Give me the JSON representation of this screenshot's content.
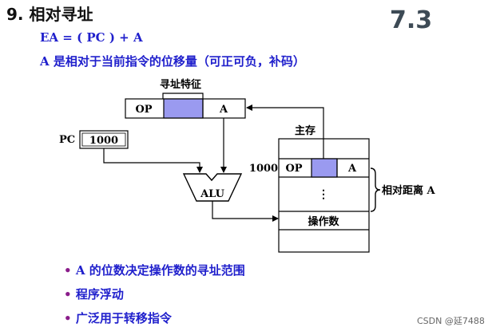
{
  "title": "9. 相对寻址",
  "section_number": "7.3",
  "formula": "EA = ( PC ) + A",
  "description": "A 是相对于当前指令的位移量（可正可负，补码）",
  "diagram": {
    "addressing_feature_label": "寻址特征",
    "instruction_op": "OP",
    "instruction_a": "A",
    "pc_label": "PC",
    "pc_value": "1000",
    "alu_label": "ALU",
    "memory_label": "主存",
    "memory_address": "1000",
    "memory_op": "OP",
    "memory_a": "A",
    "ellipsis": "⋮",
    "operand_label": "操作数",
    "relative_distance_label": "相对距离 A"
  },
  "bullets": [
    "A 的位数决定操作数的寻址范围",
    "程序浮动",
    "广泛用于转移指令"
  ],
  "bullet_marker": "•",
  "watermark": "CSDN @延7488",
  "colors": {
    "text_blue": "#1f1fcc",
    "feature_fill": "#9a9af0",
    "section_gray": "#3d4a55",
    "bullet_purple": "#8a1c8a"
  }
}
